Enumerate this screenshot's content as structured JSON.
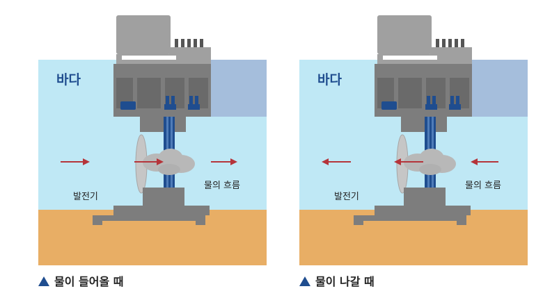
{
  "colors": {
    "water": "#bfe8f5",
    "sand": "#e8ae65",
    "pier_light": "#a0a0a0",
    "pier_dark": "#7d7d7d",
    "block": "#a5bedc",
    "pipe": "#1f4d8f",
    "arrow": "#b5343a",
    "turbine": "#b8b8b8",
    "accent": "#1f4d8f"
  },
  "panels": [
    {
      "sea_label": "바다",
      "generator_label": "발전기",
      "flow_label": "물의 흐름",
      "flow_direction": "right",
      "caption": "물이 들어올 때",
      "caption_icon": "triangle-up-icon"
    },
    {
      "sea_label": "바다",
      "generator_label": "발전기",
      "flow_label": "물의 흐름",
      "flow_direction": "left",
      "caption": "물이 나갈 때",
      "caption_icon": "triangle-up-icon"
    }
  ]
}
